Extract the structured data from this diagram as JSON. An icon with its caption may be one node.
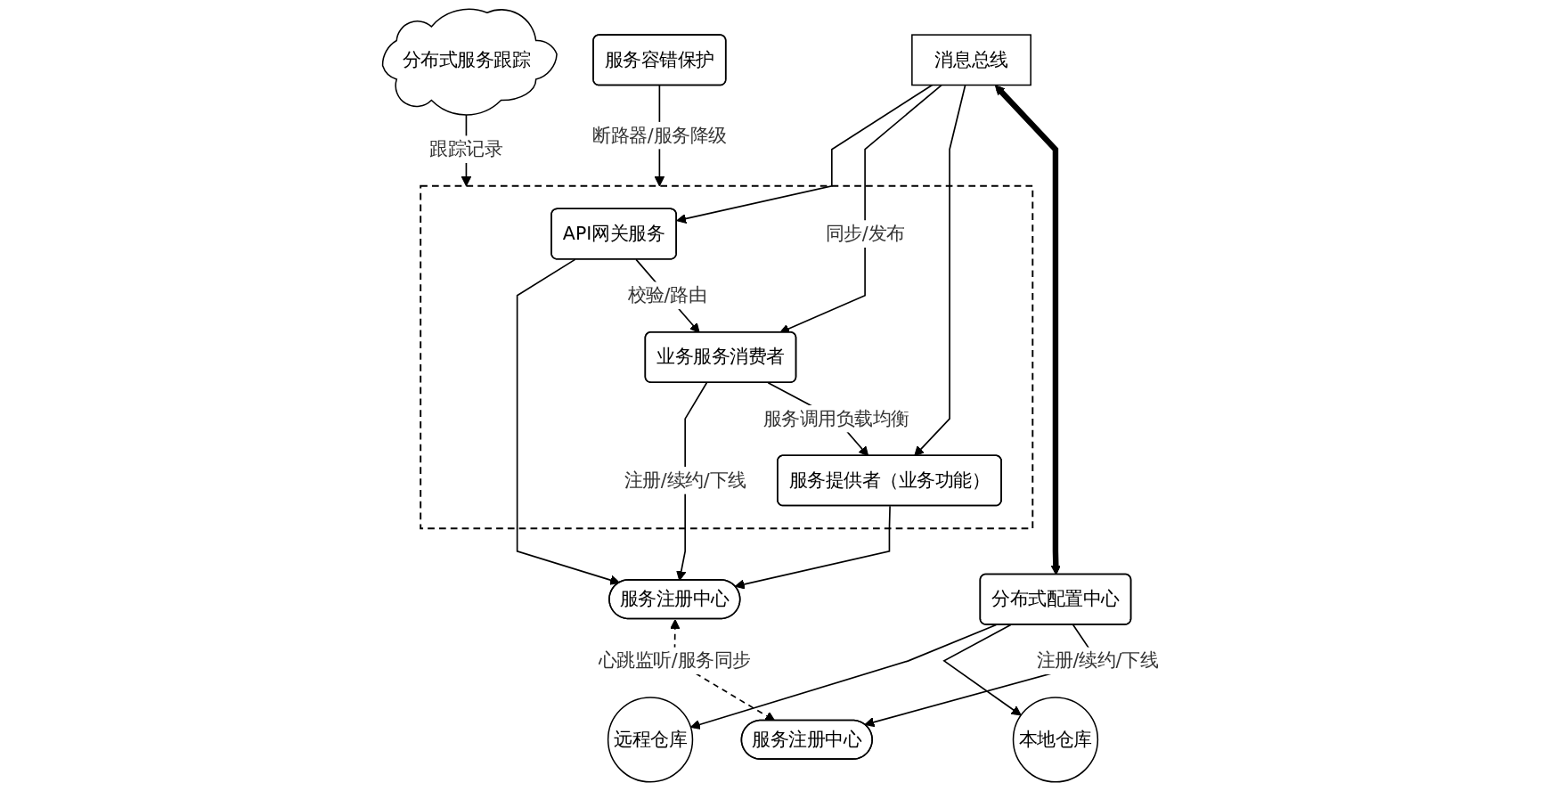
{
  "diagram": {
    "nodes": [
      {
        "text": [
          "分布式服务跟踪"
        ]
      },
      {
        "text": [],
        "shape": "box"
      },
      {
        "text": [
          "API网关服务"
        ],
        "in": 1
      },
      {
        "text": [
          "业务服务消费者"
        ],
        "in": 1
      },
      {
        "text": [
          "服务提供者（业务功能）"
        ],
        "in": 1
      },
      {
        "text": [
          "服务注册中心"
        ]
      },
      {
        "text": [
          "消息总线"
        ]
      },
      {
        "text": [
          "分布式配置中心"
        ]
      },
      {
        "text": [
          "远程仓库"
        ]
      },
      {
        "text": [
          "本地仓库"
        ]
      },
      {
        "text": [
          "服务注册中心"
        ]
      },
      {
        "text": [
          "服务容错保护"
        ]
      }
    ],
    "edges": [
      {
        "from": 0,
        "to": 1,
        "arrow": "to",
        "label": "跟踪记录"
      },
      {
        "from": 2,
        "to": 5,
        "arrow": "to"
      },
      {
        "from": 2,
        "to": 3,
        "arrow": "to",
        "label": "校验/路由"
      },
      {
        "from": 3,
        "to": 5,
        "arrow": "to",
        "label": "注册/续约/下线"
      },
      {
        "from": 3,
        "to": 4,
        "arrow": "to",
        "label": "服务调用负载均衡"
      },
      {
        "from": 4,
        "to": 5,
        "arrow": "to"
      },
      {
        "from": 6,
        "to": 2,
        "arrow": "to"
      },
      {
        "from": 6,
        "to": 3,
        "arrow": "to",
        "label": "同步/发布"
      },
      {
        "from": 6,
        "to": 4,
        "arrow": "to"
      },
      {
        "from": 6,
        "to": 7,
        "arrow": "both",
        "style": "thick"
      },
      {
        "from": 7,
        "to": 8,
        "arrow": "to"
      },
      {
        "from": 7,
        "to": 9,
        "arrow": "to"
      },
      {
        "from": 7,
        "to": 10,
        "arrow": "to",
        "label": "注册/续约/下线"
      },
      {
        "from": 11,
        "to": 1,
        "arrow": "to",
        "label": "断路器/服务降级"
      },
      {
        "from": 5,
        "to": 10,
        "arrow": "both",
        "style": "dashed",
        "label": "心跳监听/服务同步"
      }
    ]
  }
}
